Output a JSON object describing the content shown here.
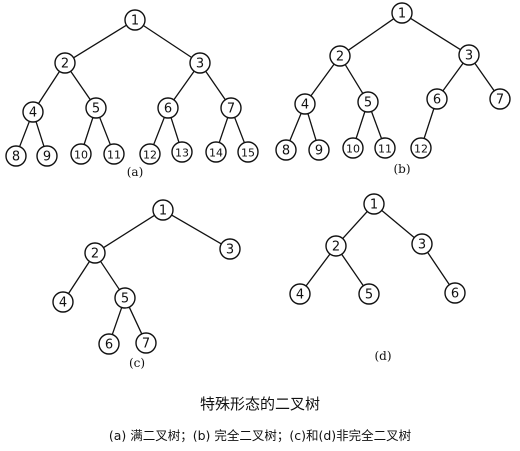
{
  "figure": {
    "title": "特殊形态的二叉树",
    "subtitle": "(a) 满二叉树；(b) 完全二叉树；(c)和(d)非完全二叉树"
  },
  "colors": {
    "ink": "#111111",
    "paper": "#ffffff"
  },
  "trees": [
    {
      "id": "a",
      "label": "(a)",
      "nodes": [
        "1",
        "2",
        "3",
        "4",
        "5",
        "6",
        "7",
        "8",
        "9",
        "10",
        "11",
        "12",
        "13",
        "14",
        "15"
      ],
      "edges": [
        [
          "1",
          "2"
        ],
        [
          "1",
          "3"
        ],
        [
          "2",
          "4"
        ],
        [
          "2",
          "5"
        ],
        [
          "3",
          "6"
        ],
        [
          "3",
          "7"
        ],
        [
          "4",
          "8"
        ],
        [
          "4",
          "9"
        ],
        [
          "5",
          "10"
        ],
        [
          "5",
          "11"
        ],
        [
          "6",
          "12"
        ],
        [
          "6",
          "13"
        ],
        [
          "7",
          "14"
        ],
        [
          "7",
          "15"
        ]
      ]
    },
    {
      "id": "b",
      "label": "(b)",
      "nodes": [
        "1",
        "2",
        "3",
        "4",
        "5",
        "6",
        "7",
        "8",
        "9",
        "10",
        "11",
        "12"
      ],
      "edges": [
        [
          "1",
          "2"
        ],
        [
          "1",
          "3"
        ],
        [
          "2",
          "4"
        ],
        [
          "2",
          "5"
        ],
        [
          "3",
          "6"
        ],
        [
          "3",
          "7"
        ],
        [
          "4",
          "8"
        ],
        [
          "4",
          "9"
        ],
        [
          "5",
          "10"
        ],
        [
          "5",
          "11"
        ],
        [
          "6",
          "12"
        ]
      ]
    },
    {
      "id": "c",
      "label": "(c)",
      "nodes": [
        "1",
        "2",
        "3",
        "4",
        "5",
        "6",
        "7"
      ],
      "edges": [
        [
          "1",
          "2"
        ],
        [
          "1",
          "3"
        ],
        [
          "2",
          "4"
        ],
        [
          "2",
          "5"
        ],
        [
          "5",
          "6"
        ],
        [
          "5",
          "7"
        ]
      ]
    },
    {
      "id": "d",
      "label": "(d)",
      "nodes": [
        "1",
        "2",
        "3",
        "4",
        "5",
        "6"
      ],
      "edges": [
        [
          "1",
          "2"
        ],
        [
          "1",
          "3"
        ],
        [
          "2",
          "4"
        ],
        [
          "2",
          "5"
        ],
        [
          "3",
          "6"
        ]
      ]
    }
  ]
}
